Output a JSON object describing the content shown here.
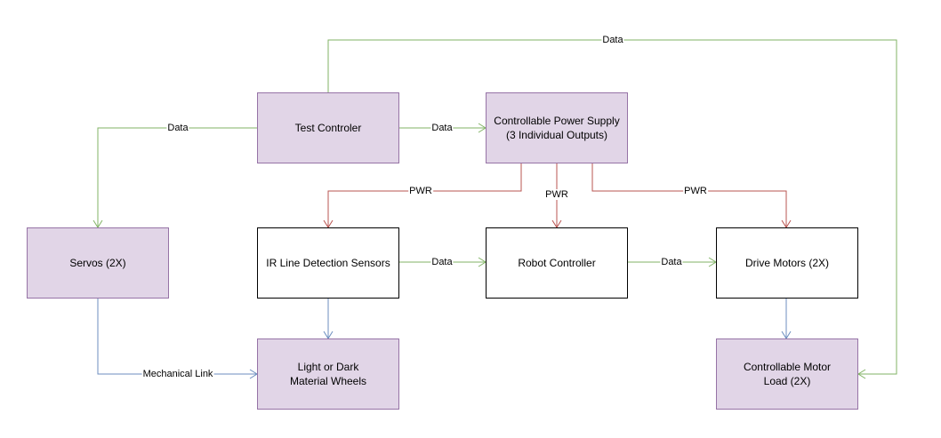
{
  "colors": {
    "data_edge": "#82b366",
    "power_edge": "#b85450",
    "mechanical_edge": "#6c8ebf",
    "purple_fill": "#e1d5e7",
    "purple_border": "#9673a6"
  },
  "nodes": {
    "test_controller": "Test Controler",
    "power_supply": "Controllable Power Supply\n(3 Individual Outputs)",
    "servos": "Servos (2X)",
    "ir_sensors": "IR Line Detection Sensors",
    "robot_controller": "Robot Controller",
    "drive_motors": "Drive Motors (2X)",
    "material_wheels": "Light or Dark\nMaterial Wheels",
    "motor_load": "Controllable Motor\nLoad (2X)"
  },
  "edges": {
    "test_to_motor_load": "Data",
    "test_to_servos": "Data",
    "test_to_power": "Data",
    "power_to_ir": "PWR",
    "power_to_robot": "PWR",
    "power_to_drive": "PWR",
    "ir_to_robot": "Data",
    "robot_to_drive": "Data",
    "servos_to_wheels": "Mechanical Link"
  }
}
